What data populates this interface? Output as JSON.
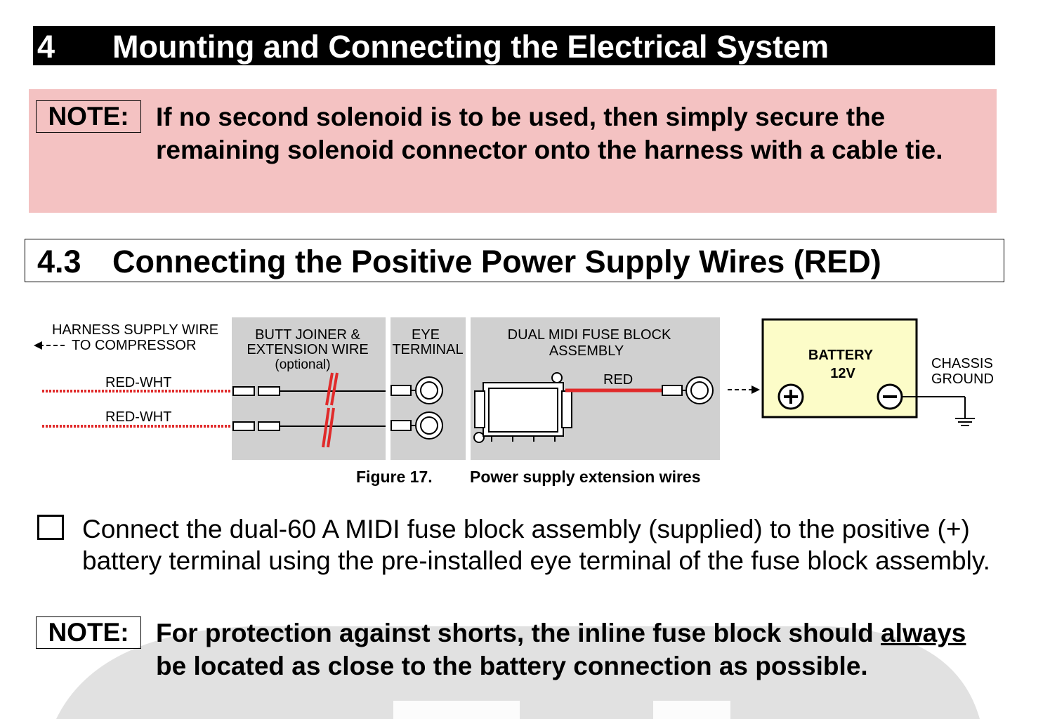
{
  "section": {
    "number": "4",
    "title": "Mounting and Connecting the Electrical System"
  },
  "note1": {
    "label": "NOTE:",
    "text": "If no second solenoid is to be used, then simply secure the remaining solenoid connector onto the harness with a cable tie."
  },
  "subsection": {
    "number": "4.3",
    "title": "Connecting the Positive Power Supply Wires (RED)"
  },
  "figure": {
    "labels": {
      "harness_line1": "HARNESS SUPPLY WIRE",
      "harness_line2": "TO COMPRESSOR",
      "wire1": "RED-WHT",
      "wire2": "RED-WHT",
      "butt_line1": "BUTT JOINER &",
      "butt_line2": "EXTENSION WIRE",
      "butt_line3": "(optional)",
      "eye_line1": "EYE",
      "eye_line2": "TERMINAL",
      "fuse_line1": "DUAL MIDI FUSE BLOCK",
      "fuse_line2": "ASSEMBLY",
      "red": "RED",
      "battery_line1": "BATTERY",
      "battery_line2": "12V",
      "chassis_line1": "CHASSIS",
      "chassis_line2": "GROUND"
    },
    "caption_number": "Figure 17.",
    "caption_text": "Power supply extension wires"
  },
  "step": {
    "text": "Connect the dual-60 A MIDI fuse block assembly (supplied) to the positive (+) battery terminal using the pre-installed eye terminal of the fuse block assembly."
  },
  "note2": {
    "label": "NOTE:",
    "text_before": "For protection against shorts, the inline fuse block should",
    "text_underlined": "always",
    "text_after": "be located as close to the battery connection as possible."
  },
  "colors": {
    "note_bg": "#f4c2c2",
    "panel_gray": "#d0d0d0",
    "wire_red": "#e02a2a",
    "battery_yellow": "#fcfcc8",
    "watermark": "#c8c8c8"
  }
}
